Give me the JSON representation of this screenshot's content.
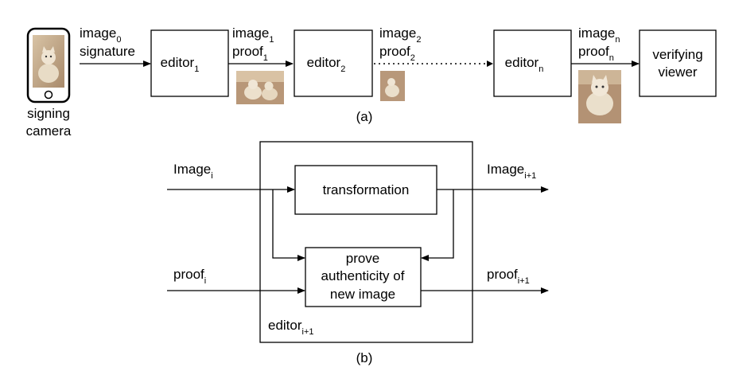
{
  "panel_a": {
    "caption": "(a)",
    "camera": {
      "line1": "signing",
      "line2": "camera"
    },
    "input": {
      "img": "image",
      "img_sub": "0",
      "sig": "signature"
    },
    "editor1": {
      "label": "editor",
      "sub": "1"
    },
    "edge1": {
      "img": "image",
      "img_sub": "1",
      "proof": "proof",
      "proof_sub": "1"
    },
    "editor2": {
      "label": "editor",
      "sub": "2"
    },
    "edge2": {
      "img": "image",
      "img_sub": "2",
      "proof": "proof",
      "proof_sub": "2"
    },
    "editorn": {
      "label": "editor",
      "sub": "n"
    },
    "edgen": {
      "img": "image",
      "img_sub": "n",
      "proof": "proof",
      "proof_sub": "n"
    },
    "viewer": {
      "line1": "verifying",
      "line2": "viewer"
    }
  },
  "panel_b": {
    "caption": "(b)",
    "image_in": {
      "label": "Image",
      "sub": "i"
    },
    "image_out": {
      "label": "Image",
      "sub": "i+1"
    },
    "proof_in": {
      "label": "proof",
      "sub": "i"
    },
    "proof_out": {
      "label": "proof",
      "sub": "i+1"
    },
    "transformation": "transformation",
    "prove": {
      "line1": "prove",
      "line2": "authenticity of",
      "line3": "new image"
    },
    "editor": {
      "label": "editor",
      "sub": "i+1"
    }
  },
  "colors": {
    "stroke": "#000000",
    "cat_light": "#e8dcc6",
    "cat_dark": "#7a5f47",
    "background_blanket": "#c9a98a"
  }
}
